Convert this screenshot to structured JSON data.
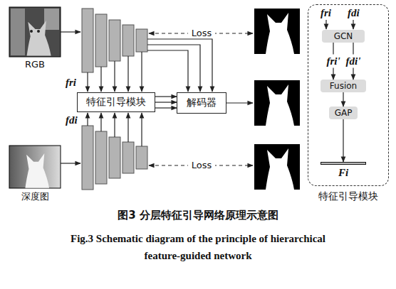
{
  "diagram": {
    "caption": "图3 分层特征引导网络原理示意图",
    "nodes": [
      {
        "text": [
          "特征引导模块"
        ]
      },
      {
        "text": [
          "解码器"
        ]
      },
      {
        "text": [
          "特征引导模块"
        ]
      },
      {
        "text": [
          "GCN"
        ],
        "in": 2
      },
      {
        "text": [
          "Fusion"
        ],
        "in": 2
      },
      {
        "text": [
          "GAP"
        ],
        "in": 2
      },
      {
        "text": [
          "Fi"
        ],
        "in": 2
      }
    ],
    "edges": [
      {
        "from": 0,
        "to": 1,
        "arrow": "to"
      },
      {
        "from": 0,
        "to": 1,
        "arrow": "to"
      },
      {
        "from": 0,
        "to": 1,
        "arrow": "to"
      },
      {
        "from": 3,
        "to": 4,
        "label": "fri'",
        "arrow": "to"
      },
      {
        "from": 3,
        "to": 4,
        "label": "fdi'",
        "arrow": "to"
      },
      {
        "from": 4,
        "to": 5,
        "arrow": "to"
      },
      {
        "from": 5,
        "to": 6,
        "arrow": "to"
      }
    ],
    "labels": [
      "RGB",
      "深度图",
      "fri",
      "fdi",
      "Loss",
      "Loss",
      "fri",
      "fdi",
      "Fig.3 Schematic diagram of the principle of hierarchical feature-guided network"
    ]
  }
}
